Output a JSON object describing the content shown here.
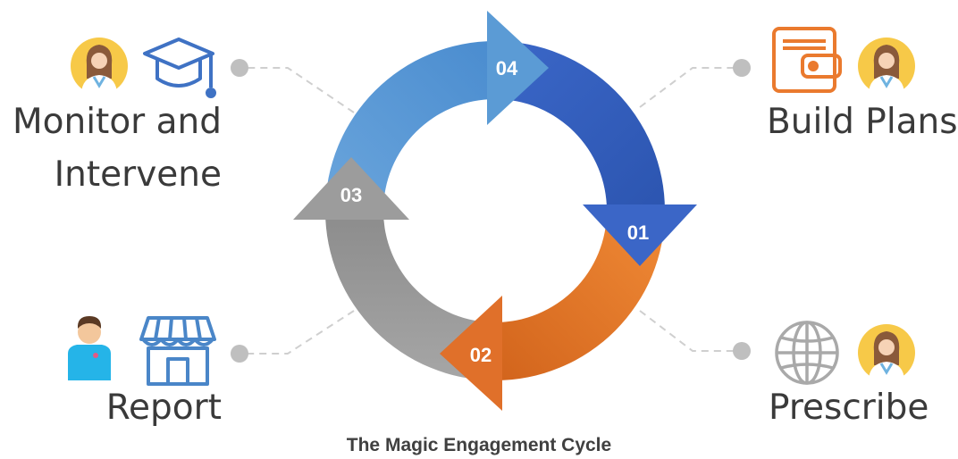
{
  "stages": [
    {
      "number": "01",
      "label": "Build Plans",
      "color": "#3f6fc5",
      "icons": [
        "wallet-icon",
        "doctor-avatar-icon"
      ]
    },
    {
      "number": "02",
      "label": "Prescribe",
      "color": "#ec7b30",
      "icons": [
        "globe-icon",
        "doctor-avatar-icon"
      ]
    },
    {
      "number": "03",
      "label": "Report",
      "color": "#9e9e9e",
      "icons": [
        "patient-avatar-icon",
        "storefront-icon"
      ]
    },
    {
      "number": "04",
      "label": "Monitor and Intervene",
      "color": "#5b9bd5",
      "icons": [
        "doctor-avatar-icon",
        "graduation-cap-icon"
      ]
    }
  ],
  "caption": "The Magic Engagement Cycle"
}
